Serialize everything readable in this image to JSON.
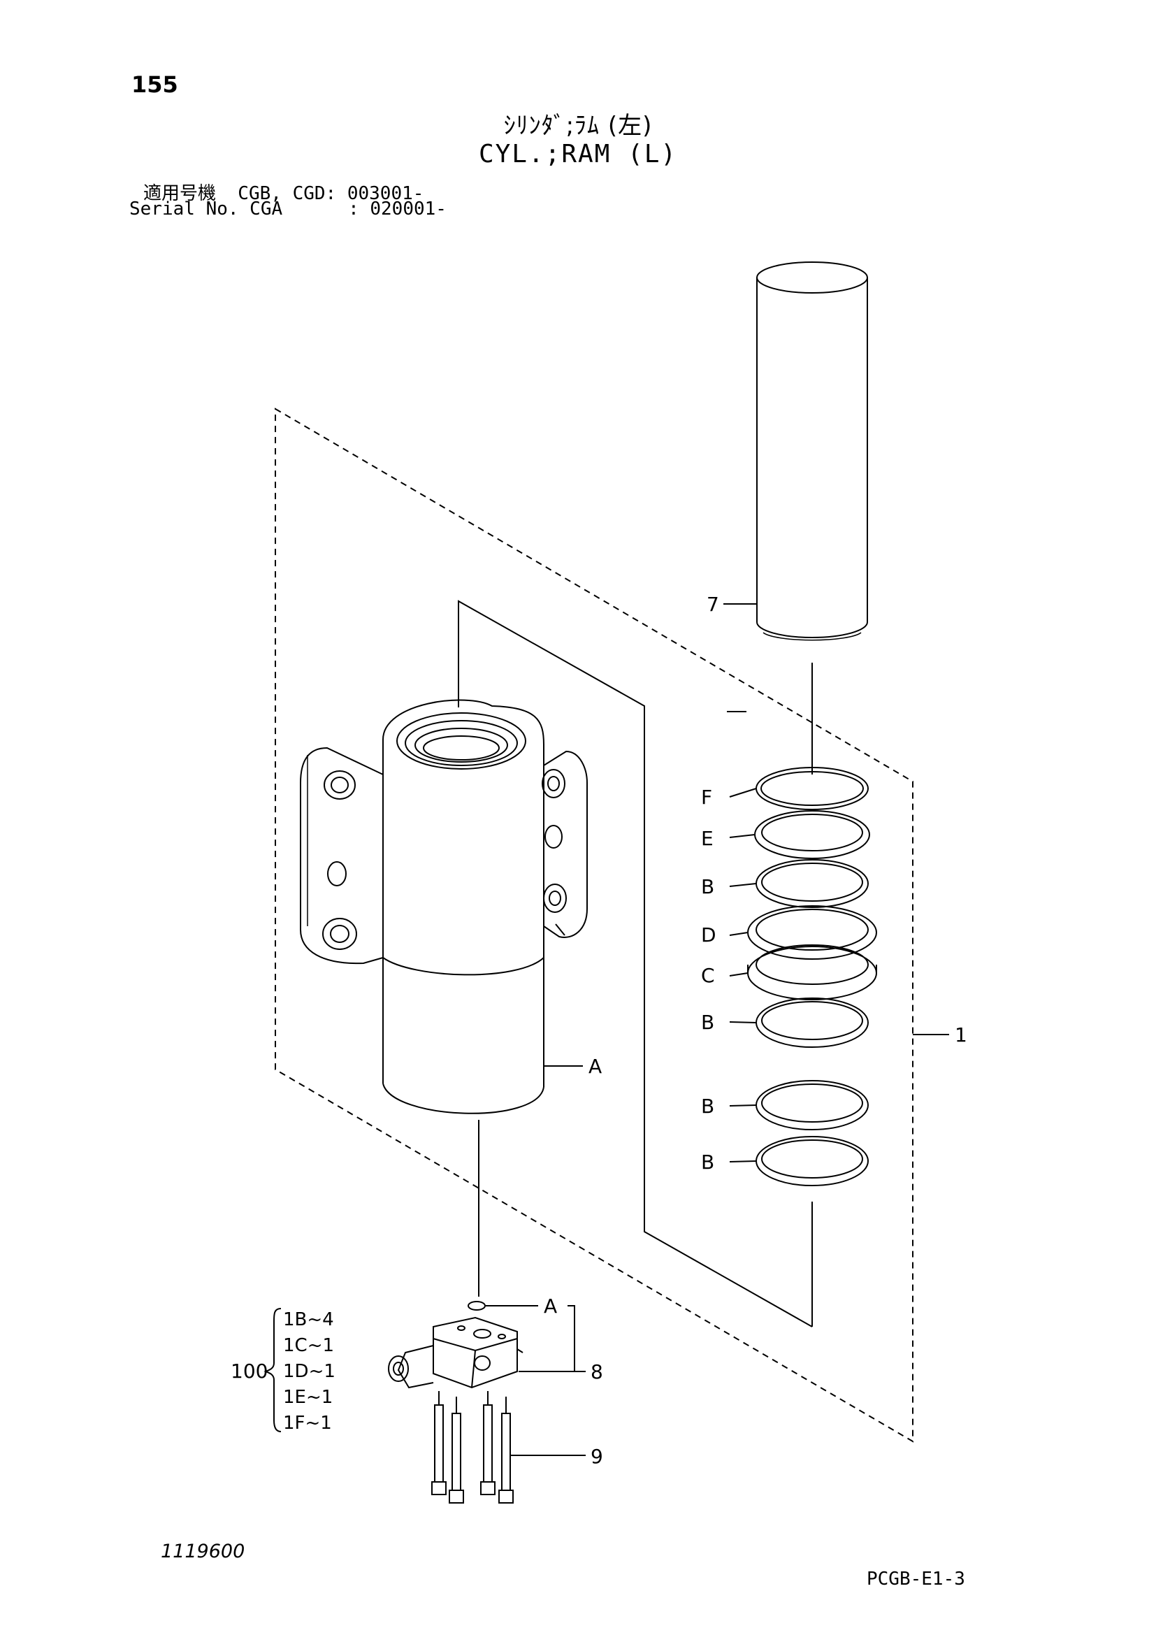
{
  "header": {
    "page_number": "155",
    "title_jp": "ｼﾘﾝﾀﾞ;ﾗﾑ (左)",
    "title_en": "CYL.;RAM (L)",
    "serial_line_1": "適用号機  CGB, CGD: 003001-",
    "serial_line_2": "Serial No. CGA      : 020001-"
  },
  "callouts": {
    "c7": "7",
    "cF": "F",
    "cE": "E",
    "cB1": "B",
    "cD": "D",
    "cC": "C",
    "cB2": "B",
    "c1": "1",
    "cA1": "A",
    "cB3": "B",
    "cB4": "B",
    "cA2": "A",
    "c8": "8",
    "c9": "9",
    "c100": "100"
  },
  "kit_list": [
    "1B~4",
    "1C~1",
    "1D~1",
    "1E~1",
    "1F~1"
  ],
  "footer": {
    "drawing_number": "1119600",
    "page_code": "PCGB-E1-3"
  }
}
